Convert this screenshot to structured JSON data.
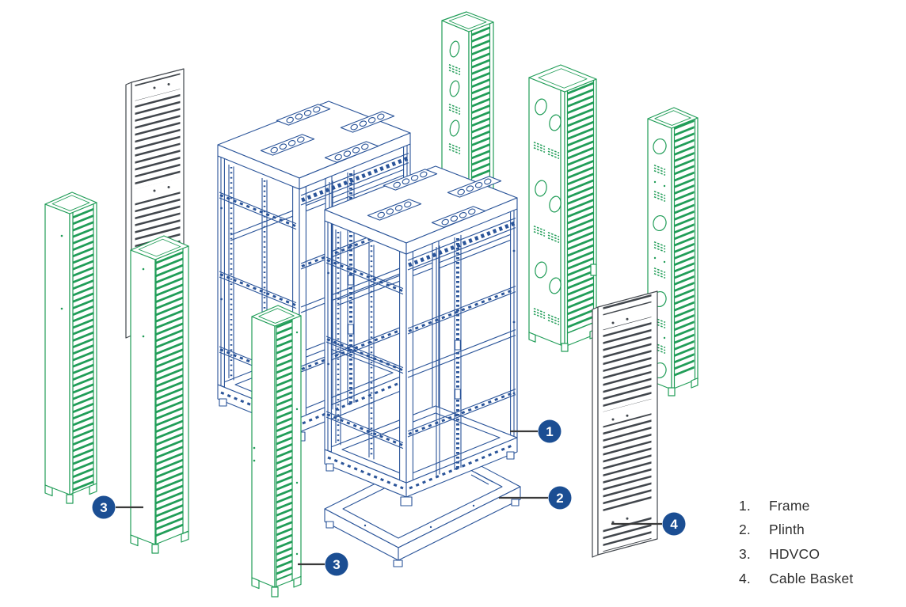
{
  "legend": {
    "items": [
      {
        "num": "1.",
        "label": "Frame"
      },
      {
        "num": "2.",
        "label": "Plinth"
      },
      {
        "num": "3.",
        "label": "HDVCO"
      },
      {
        "num": "4.",
        "label": "Cable Basket"
      }
    ]
  },
  "callouts": {
    "badge1": {
      "number": "1",
      "target": "Frame"
    },
    "badge2": {
      "number": "2",
      "target": "Plinth"
    },
    "badge3_left": {
      "number": "3",
      "target": "HDVCO"
    },
    "badge3_center": {
      "number": "3",
      "target": "HDVCO"
    },
    "badge4": {
      "number": "4",
      "target": "Cable Basket"
    }
  },
  "colors": {
    "frame_blue": "#2a5499",
    "hdvco_green": "#219d58",
    "basket_gray": "#41464c",
    "badge_blue": "#1b4e93",
    "leader_gray": "#3a3a3a",
    "text_gray": "#303030",
    "background": "#ffffff"
  }
}
